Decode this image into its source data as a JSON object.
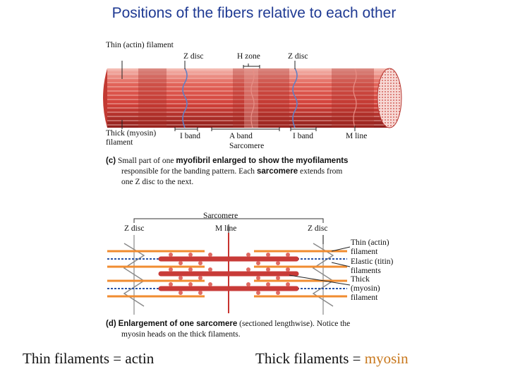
{
  "title": "Positions of the fibers relative to each other",
  "panel_c": {
    "labels": {
      "thin_filament": "Thin (actin) filament",
      "z_disc_left": "Z disc",
      "h_zone": "H zone",
      "z_disc_right": "Z disc",
      "thick_filament": "Thick (myosin) filament",
      "i_band_left": "I band",
      "a_band": "A band",
      "sarcomere": "Sarcomere",
      "i_band_right": "I band",
      "m_line": "M line"
    },
    "caption": {
      "letter": "(c)",
      "p1": "Small part of one",
      "b1": "myofibril enlarged to show the myofilaments",
      "p2": "responsible for the banding pattern. Each",
      "b2": "sarcomere",
      "p3": "extends from",
      "p4": "one Z disc to the next."
    }
  },
  "panel_d": {
    "labels": {
      "sarcomere": "Sarcomere",
      "z_disc_left": "Z disc",
      "m_line": "M line",
      "z_disc_right": "Z disc",
      "thin_filament": "Thin (actin) filament",
      "elastic_filaments": "Elastic (titin) filaments",
      "thick_filament": "Thick (myosin) filament"
    },
    "caption": {
      "letter": "(d)",
      "b1": "Enlargement of one sarcomere",
      "p1": "(sectioned lengthwise). Notice the",
      "p2": "myosin heads on the thick filaments."
    }
  },
  "footer": {
    "left_prefix": "Thin filaments = ",
    "left_value": "actin",
    "right_prefix": "Thick filaments = ",
    "right_value": "myosin"
  },
  "colors": {
    "title": "#1f3a93",
    "myofibril_red": "#d9473f",
    "myofibril_light": "#f1a39a",
    "thin_filament": "#f08c30",
    "titin": "#2a55a8",
    "thick_filament": "#c83b38",
    "accent": "#c8781d"
  }
}
